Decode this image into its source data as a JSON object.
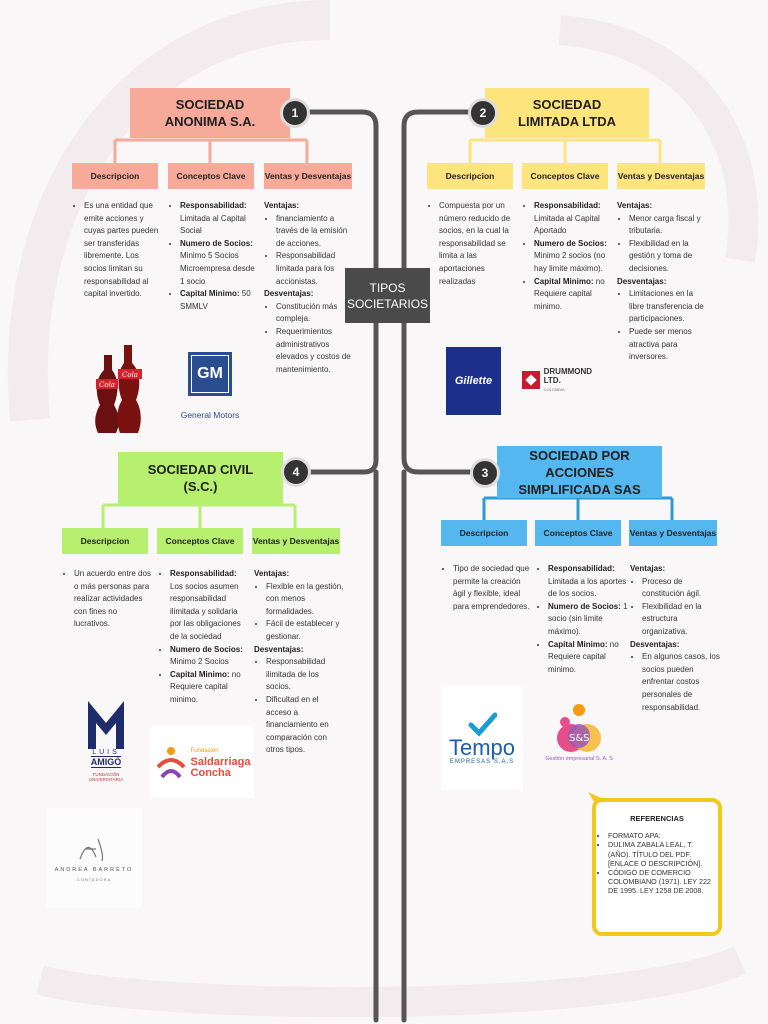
{
  "center": {
    "line1": "TIPOS",
    "line2": "SOCIETARIOS"
  },
  "colors": {
    "sa": "#f7a99a",
    "ltda": "#fde47c",
    "sas": "#55b7f0",
    "sc": "#b7ef6e",
    "connector": "#555555"
  },
  "sa": {
    "number": "1",
    "title_l1": "SOCIEDAD",
    "title_l2": "ANONIMA S.A.",
    "cat_desc": "Descripcion",
    "cat_conc": "Conceptos Clave",
    "cat_vent": "Ventas y Desventajas",
    "desc": "Es una entidad que emite acciones y cuyas partes pueden ser transferidas libremente. Los socios limitan su responsabilidad al capital invertido.",
    "conc": [
      {
        "label": "Responsabilidad:",
        "text": "Limitada al Capital Social"
      },
      {
        "label": "Numero de Socios:",
        "text": "Minimo 5 Socios Microempresa desde 1 socio"
      },
      {
        "label": "Capital Minimo:",
        "text": "50 SMMLV"
      }
    ],
    "vent_label": "Ventajas:",
    "vent": [
      "financiamiento a través de la emisión de acciones.",
      "Responsabilidad limitada para los accionistas."
    ],
    "desv_label": "Desventajas:",
    "desv": [
      "Constitución más compleja.",
      "Requerimientos administrativos elevados y costos de mantenimiento."
    ],
    "logo1": "Cola",
    "logo1b": "Cola",
    "logo2": "GM",
    "logo2_caption": "General Motors"
  },
  "ltda": {
    "number": "2",
    "title_l1": "SOCIEDAD",
    "title_l2": "LIMITADA LTDA",
    "cat_desc": "Descripcion",
    "cat_conc": "Conceptos Clave",
    "cat_vent": "Ventas y Desventajas",
    "desc": "Compuesta por un número reducido de socios, en la cual la responsabilidad se limita a las aportaciones realizadas",
    "conc": [
      {
        "label": "Responsabilidad:",
        "text": "Limitada al Capital Aportado"
      },
      {
        "label": "Numero de Socios:",
        "text": "Minimo 2 socios (no hay limite máximo)."
      },
      {
        "label": "Capital Minimo:",
        "text": "no Requiere capital minimo."
      }
    ],
    "vent_label": "Ventajas:",
    "vent": [
      "Menor carga fiscal y tributaria.",
      "Flexibilidad en la gestión y toma de decisiones."
    ],
    "desv_label": "Desventajas:",
    "desv": [
      "Limitaciones en la libre transferencia de participaciones.",
      "Puede ser menos atractiva para inversores."
    ],
    "logo1": "Gillette",
    "logo2": "DRUMMOND LTD.",
    "logo2_sub": "COLOMBIA"
  },
  "sas": {
    "number": "3",
    "title_l1": "SOCIEDAD POR",
    "title_l2": "ACCIONES",
    "title_l3": "SIMPLIFICADA SAS",
    "cat_desc": "Descripcion",
    "cat_conc": "Conceptos Clave",
    "cat_vent": "Ventas y Desventajas",
    "desc": "Tipo de sociedad que permite la creación ágil y flexible, ideal para emprendedores.",
    "conc": [
      {
        "label": "Responsabilidad:",
        "text": "Limitada a los aportes de los socios."
      },
      {
        "label": "Numero de Socios:",
        "text": "1 socio (sin limite máximo)."
      },
      {
        "label": "Capital Minimo:",
        "text": "no Requiere capital minimo."
      }
    ],
    "vent_label": "Ventajas:",
    "vent": [
      "Proceso de constitución ágil.",
      "Flexibilidad en la estructura organizativa."
    ],
    "desv_label": "Desventajas:",
    "desv": [
      "En algunos casos, los socios pueden enfrentar costos personales de responsabilidad."
    ],
    "logo1": "Tempo",
    "logo1_sub": "EMPRESAS S.A.S",
    "logo2": "S&S",
    "logo2_caption": "Gestión empresarial S. A. S"
  },
  "sc": {
    "number": "4",
    "title_l1": "SOCIEDAD CIVIL",
    "title_l2": "(S.C.)",
    "cat_desc": "Descripcion",
    "cat_conc": "Conceptos Clave",
    "cat_vent": "Ventas y Desventajas",
    "desc": "Un acuerdo entre dos o más personas para realizar actividades con fines no lucrativos.",
    "conc": [
      {
        "label": "Responsabilidad:",
        "text": "Los socios asumen responsabilidad ilimitada y solidaria por las obligaciones de la sociedad"
      },
      {
        "label": "Numero de Socios:",
        "text": "Minimo 2 Socios"
      },
      {
        "label": "Capital Minimo:",
        "text": "no Requiere capital minimo."
      }
    ],
    "vent_label": "Ventajas:",
    "vent": [
      "Flexible en la gestión, con menos formalidades.",
      "Fácil de establecer y gestionar."
    ],
    "desv_label": "Desventajas:",
    "desv": [
      "Responsabilidad ilimitada de los socios.",
      "Dificultad en el acceso a financiamiento en comparación con otros tipos."
    ],
    "logo1_l1": "LUIS",
    "logo1_l2": "AMIGÓ",
    "logo1_cap1": "FUNDACIÓN",
    "logo1_cap2": "UNIVERSITARIA",
    "logo2_l1": "Fundación",
    "logo2_l2": "Saldarriaga",
    "logo2_l3": "Concha",
    "logo3_name": "ANDREA BARRETO",
    "logo3_role": "CONTADORA"
  },
  "references": {
    "title": "REFERENCIAS",
    "items": [
      "FORMATO APA:",
      "DULIMA ZABALA LEAL, T. (AÑO). TÍTULO DEL PDF. [ENLACE O DESCRIPCIÓN].",
      "CÓDIGO DE COMERCIO COLOMBIANO (1971). LEY 222 DE 1995. LEY 1258 DE 2008."
    ]
  }
}
